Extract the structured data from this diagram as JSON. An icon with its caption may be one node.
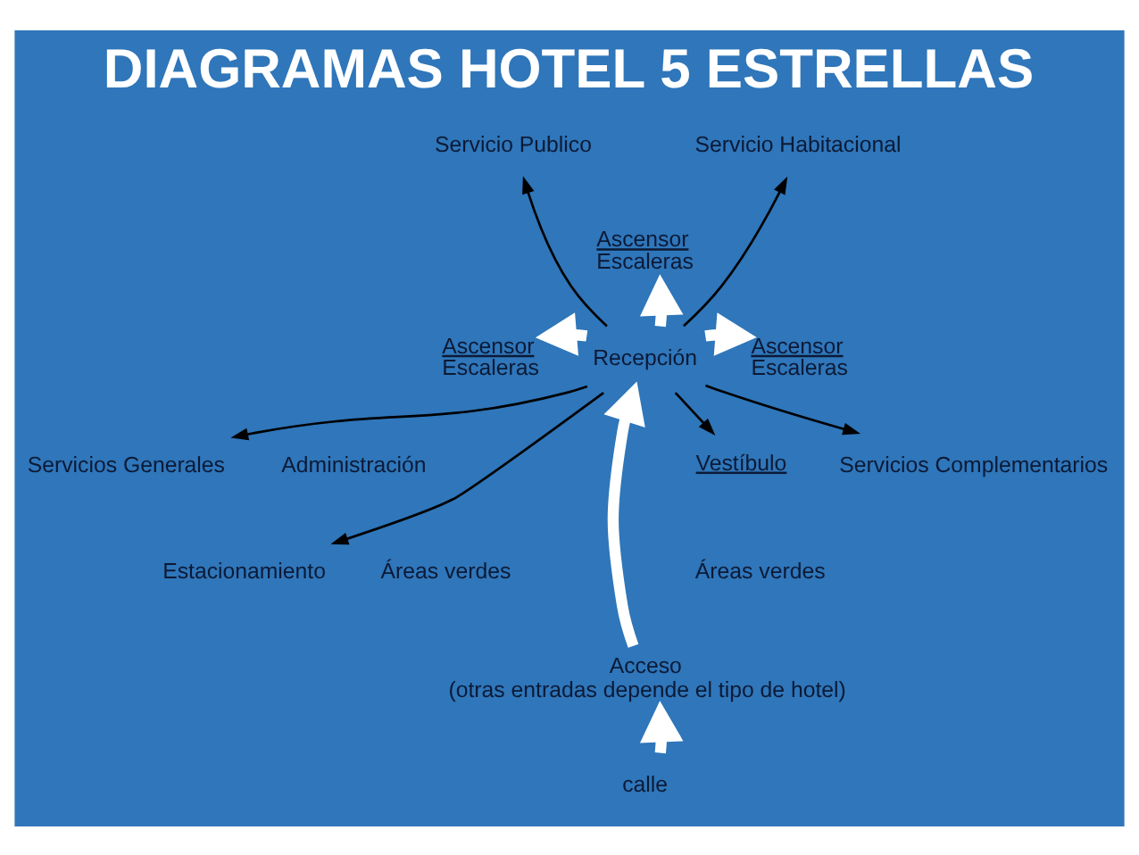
{
  "diagram": {
    "title": "DIAGRAMAS HOTEL 5 ESTRELLAS",
    "nodes": [
      {
        "text": [
          "Servicio Publico"
        ]
      },
      {
        "text": [
          "Servicio Habitacional"
        ]
      },
      {
        "text": [
          "Ascensor",
          "Escaleras"
        ]
      },
      {
        "text": [
          "Ascensor",
          "Escaleras"
        ]
      },
      {
        "text": [
          "Recepción"
        ]
      },
      {
        "text": [
          "Ascensor",
          "Escaleras"
        ]
      },
      {
        "text": [
          "Servicios Generales"
        ]
      },
      {
        "text": [
          "Vestíbulo"
        ]
      },
      {
        "text": [
          "Servicios Complementarios"
        ]
      },
      {
        "text": [
          "Estacionamiento"
        ]
      },
      {
        "text": [
          "Acceso",
          "(otras entradas depende el tipo de hotel)"
        ]
      },
      {
        "text": [
          "calle"
        ]
      }
    ],
    "edges": [
      {
        "from": 4,
        "to": 0,
        "arrow": "to"
      },
      {
        "from": 4,
        "to": 1,
        "arrow": "to"
      },
      {
        "from": 4,
        "to": 2,
        "arrow": "to",
        "style": "thick",
        "color": "#ffffff"
      },
      {
        "from": 4,
        "to": 3,
        "arrow": "to",
        "style": "thick",
        "color": "#ffffff"
      },
      {
        "from": 4,
        "to": 5,
        "arrow": "to",
        "style": "thick",
        "color": "#ffffff"
      },
      {
        "from": 4,
        "to": 6,
        "arrow": "to"
      },
      {
        "from": 4,
        "to": 7,
        "arrow": "to"
      },
      {
        "from": 4,
        "to": 8,
        "arrow": "to"
      },
      {
        "from": 4,
        "to": 9,
        "arrow": "to"
      },
      {
        "from": 10,
        "to": 4,
        "arrow": "to",
        "style": "thick",
        "color": "#ffffff"
      },
      {
        "from": 11,
        "to": 10,
        "arrow": "to",
        "style": "thick",
        "color": "#ffffff"
      }
    ],
    "labels": [
      "Administración",
      "Áreas verdes",
      "Áreas verdes"
    ]
  }
}
